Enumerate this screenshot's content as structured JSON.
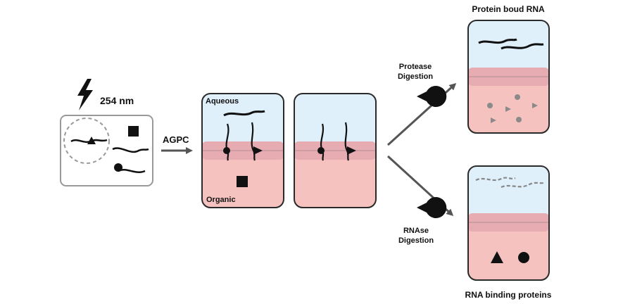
{
  "labels": {
    "wavelength": "254 nm",
    "agpc": "AGPC",
    "aqueous": "Aqueous",
    "organic": "Organic",
    "protease_line1": "Protease",
    "protease_line2": "Digestion",
    "rnase_line1": "RNAse",
    "rnase_line2": "Digestion",
    "protein_bound_rna": "Protein boud RNA",
    "rna_binding_proteins": "RNA binding proteins"
  },
  "icons": {
    "uv": "lightning-bolt-icon",
    "enzyme": "pacman-enzyme-icon"
  },
  "colors": {
    "aqueous": "#dff0fb",
    "organic": "#f6c2c0",
    "interphase": "#e6acb2",
    "outline": "#2a2a2a",
    "arrow": "#555555",
    "debris": "#8a8a8a"
  }
}
